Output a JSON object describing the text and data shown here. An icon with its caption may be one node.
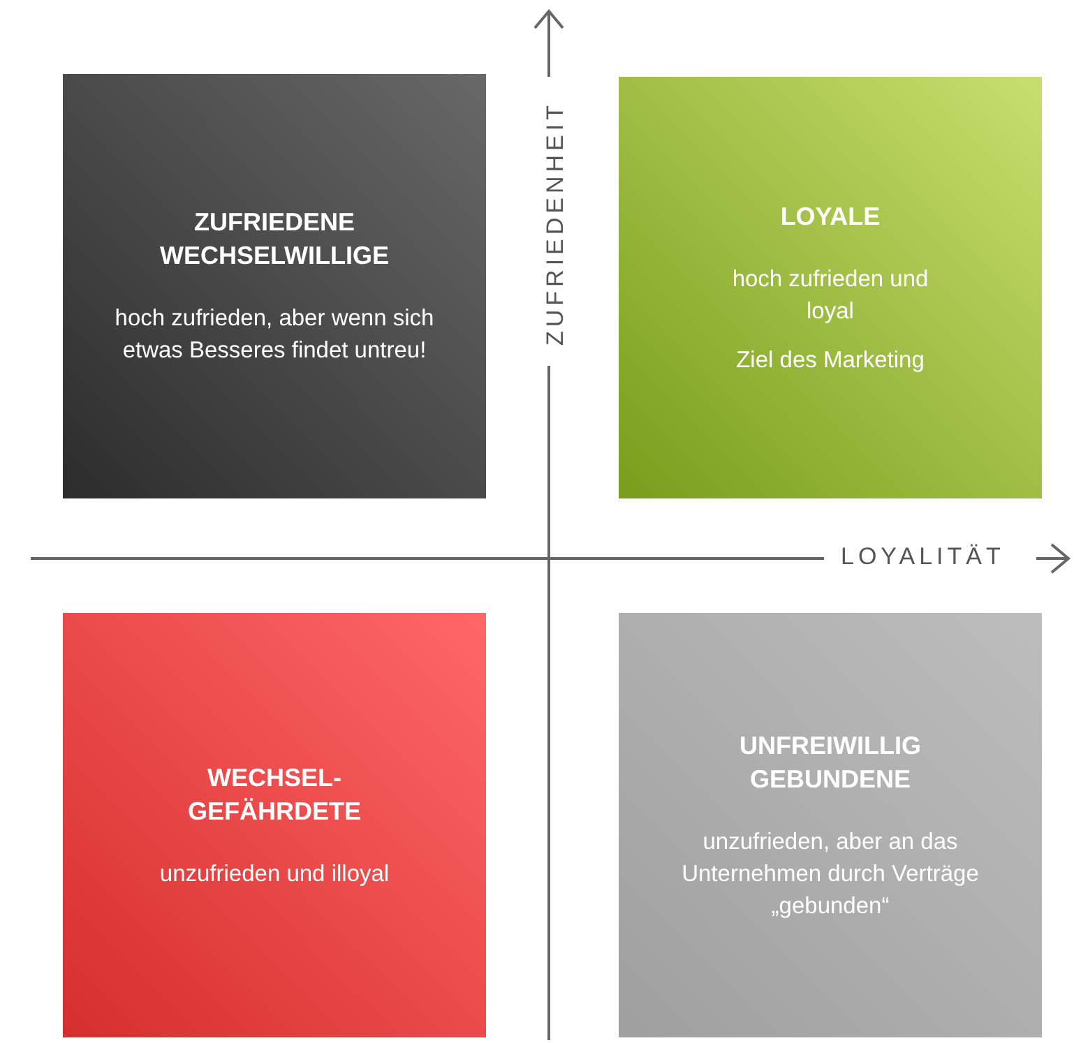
{
  "diagram": {
    "nodes": [
      {
        "text": [
          "ZUFRIEDENE WECHSELWILLIGE",
          "hoch zufrieden, aber wenn sich etwas Besseres findet untreu!"
        ]
      },
      {
        "text": [
          "LOYALE",
          "hoch zufrieden und loyal",
          "Ziel des Marketing"
        ]
      },
      {
        "text": [
          "WECHSEL-GEFÄHRDETE",
          "unzufrieden und illoyal"
        ]
      },
      {
        "text": [
          "UNFREIWILLIG GEBUNDENE",
          "unzufrieden, aber an das Unternehmen durch Verträge „gebunden“"
        ]
      }
    ],
    "labels": [
      "ZUFRIEDENHEIT",
      "LOYALITÄT"
    ]
  }
}
